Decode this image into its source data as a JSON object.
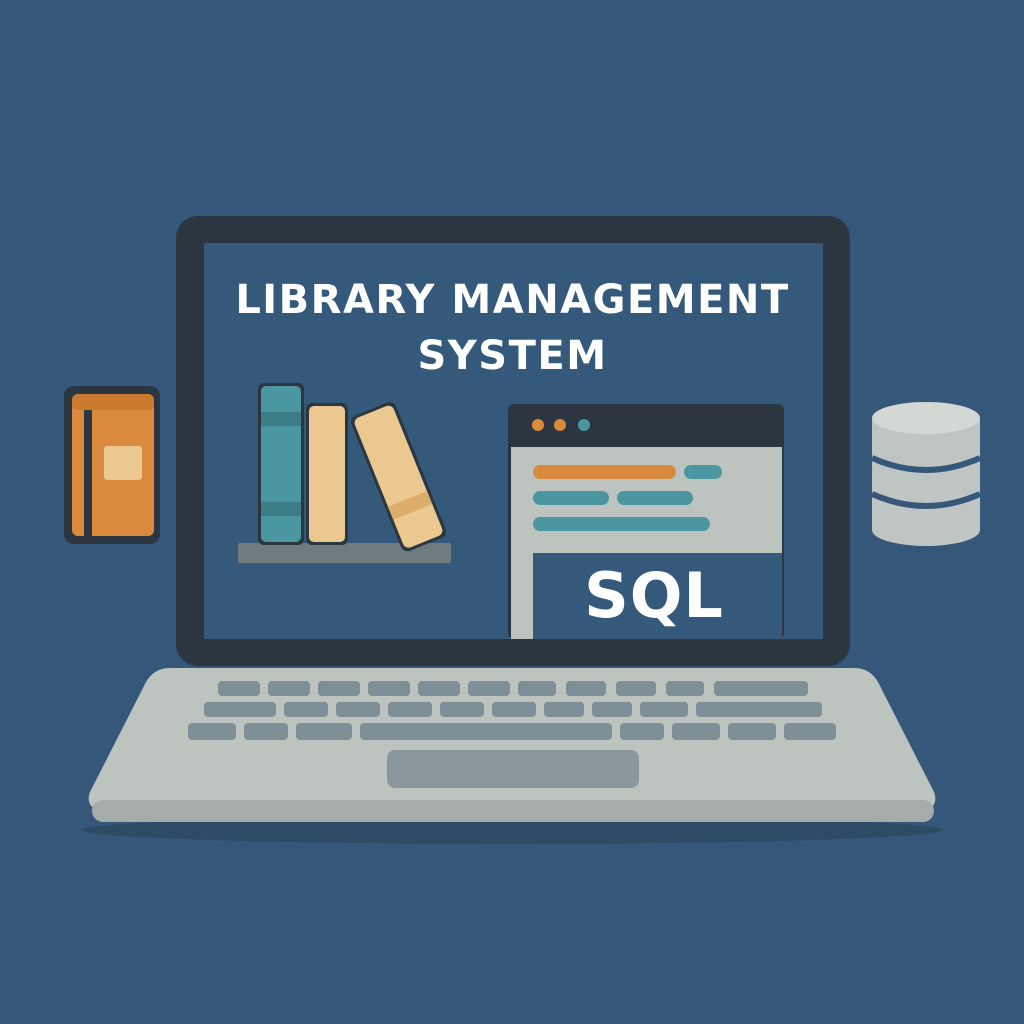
{
  "screen": {
    "title_line1": "LIBRARY MANAGEMENT",
    "title_line2": "SYSTEM",
    "sql_label": "SQL"
  },
  "icons": {
    "left": "book-icon",
    "right": "database-icon",
    "shelf": "books-on-shelf-icon",
    "window": "code-window-icon"
  },
  "colors": {
    "background": "#35587a",
    "screen": "#34597b",
    "bezel": "#2b3640",
    "keyboard_base": "#bdc3bf",
    "keys": "#7f8f97",
    "accent_orange": "#d98a3c",
    "accent_teal": "#4a97a1",
    "accent_tan": "#ecc891",
    "database": "#bfc5c2"
  }
}
